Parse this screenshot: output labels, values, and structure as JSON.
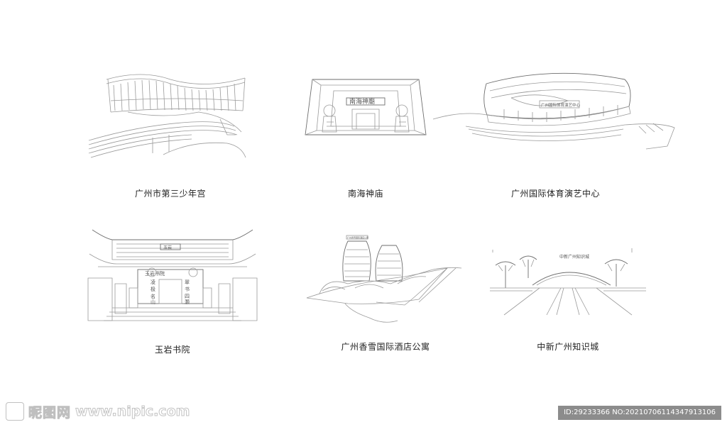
{
  "items": [
    {
      "caption": "广州市第三少年宫"
    },
    {
      "caption": "南海神庙",
      "plaque": "南海神廟"
    },
    {
      "caption": "广州国际体育演艺中心",
      "plaque": "广州国际体育演艺中心"
    },
    {
      "caption": "玉岩书院",
      "plaque": "玉岩",
      "board": "玉岩书院",
      "couplet_left": [
        "凌",
        "极",
        "名",
        "山"
      ],
      "couplet_right": [
        "翠",
        "书",
        "四",
        "灏"
      ]
    },
    {
      "caption": "广州香雪国际酒店公寓",
      "sign": "广州香雪国际酒店公寓"
    },
    {
      "caption": "中新广州知识城",
      "sign": "中新广州知识城"
    }
  ],
  "watermark": {
    "brand": "昵图网",
    "url": "www.nipic.com",
    "id_text": "ID:29233366 NO:20210706114347913106"
  }
}
